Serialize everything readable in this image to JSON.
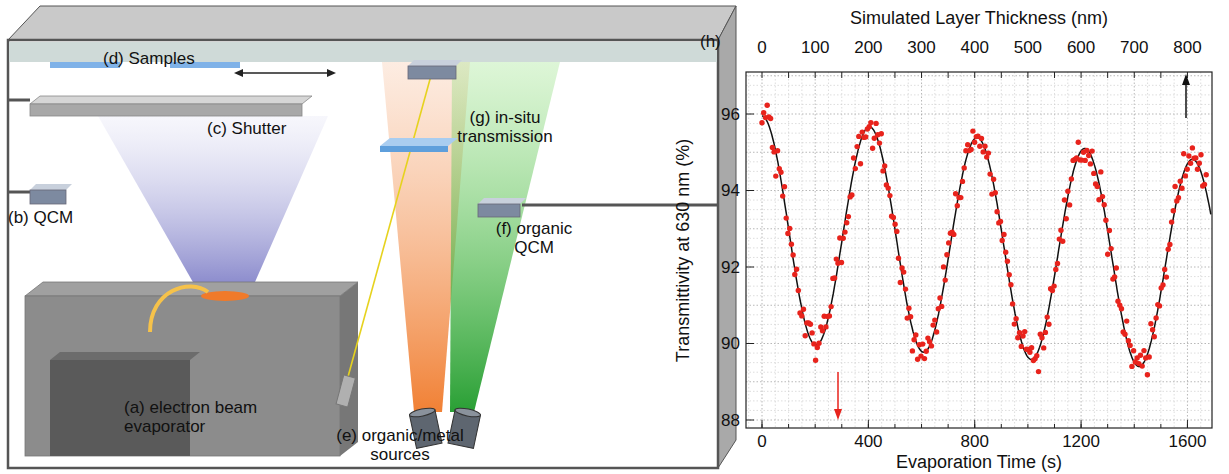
{
  "diagram": {
    "labels": [
      "(d) Samples",
      "(c) Shutter",
      "(b) QCM",
      "(g) in-situ transmission",
      "(f) organic QCM",
      "(e) organic/metal sources",
      "(a) electron beam evaporator",
      "(h)",
      "Simulated Layer Thickness (nm)",
      "0",
      "100",
      "200",
      "300",
      "400",
      "500",
      "600",
      "700",
      "800",
      "96",
      "94",
      "92",
      "90",
      "88",
      "Transmittivity at 630 nm (%)",
      "0",
      "400",
      "800",
      "1200",
      "1600",
      "Evaporation Time (s)"
    ]
  }
}
